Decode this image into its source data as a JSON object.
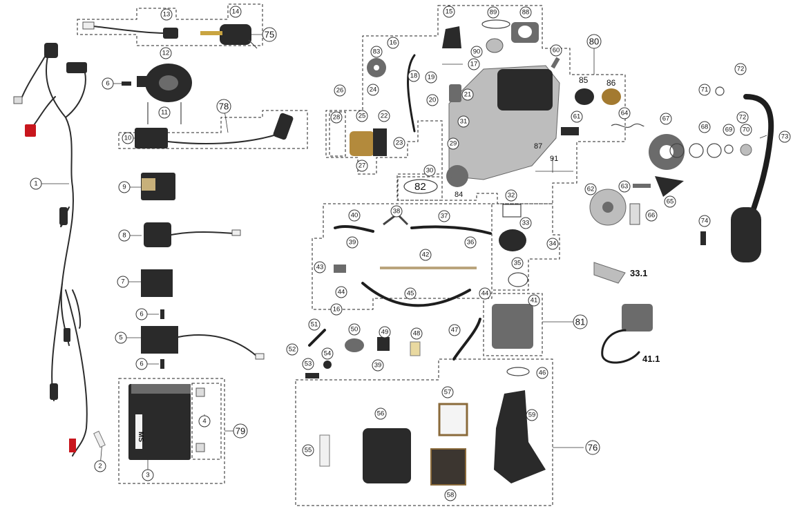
{
  "callouts": [
    {
      "n": "1"
    },
    {
      "n": "2"
    },
    {
      "n": "3"
    },
    {
      "n": "4"
    },
    {
      "n": "5"
    },
    {
      "n": "6"
    },
    {
      "n": "6"
    },
    {
      "n": "6"
    },
    {
      "n": "7"
    },
    {
      "n": "8"
    },
    {
      "n": "9"
    },
    {
      "n": "10"
    },
    {
      "n": "11"
    },
    {
      "n": "12"
    },
    {
      "n": "13"
    },
    {
      "n": "14"
    },
    {
      "n": "15"
    },
    {
      "n": "16"
    },
    {
      "n": "16"
    },
    {
      "n": "17"
    },
    {
      "n": "18"
    },
    {
      "n": "19"
    },
    {
      "n": "20"
    },
    {
      "n": "21"
    },
    {
      "n": "22"
    },
    {
      "n": "23"
    },
    {
      "n": "24"
    },
    {
      "n": "25"
    },
    {
      "n": "26"
    },
    {
      "n": "27"
    },
    {
      "n": "28"
    },
    {
      "n": "29"
    },
    {
      "n": "30"
    },
    {
      "n": "31"
    },
    {
      "n": "32"
    },
    {
      "n": "33"
    },
    {
      "n": "34"
    },
    {
      "n": "35"
    },
    {
      "n": "36"
    },
    {
      "n": "37"
    },
    {
      "n": "38"
    },
    {
      "n": "39"
    },
    {
      "n": "39"
    },
    {
      "n": "40"
    },
    {
      "n": "41"
    },
    {
      "n": "42"
    },
    {
      "n": "43"
    },
    {
      "n": "44"
    },
    {
      "n": "44"
    },
    {
      "n": "45"
    },
    {
      "n": "46"
    },
    {
      "n": "47"
    },
    {
      "n": "48"
    },
    {
      "n": "49"
    },
    {
      "n": "50"
    },
    {
      "n": "51"
    },
    {
      "n": "52"
    },
    {
      "n": "53"
    },
    {
      "n": "54"
    },
    {
      "n": "55"
    },
    {
      "n": "56"
    },
    {
      "n": "57"
    },
    {
      "n": "58"
    },
    {
      "n": "59"
    },
    {
      "n": "60"
    },
    {
      "n": "61"
    },
    {
      "n": "62"
    },
    {
      "n": "63"
    },
    {
      "n": "64"
    },
    {
      "n": "65"
    },
    {
      "n": "66"
    },
    {
      "n": "67"
    },
    {
      "n": "68"
    },
    {
      "n": "69"
    },
    {
      "n": "70"
    },
    {
      "n": "71"
    },
    {
      "n": "72"
    },
    {
      "n": "72"
    },
    {
      "n": "73"
    },
    {
      "n": "74"
    },
    {
      "n": "75"
    },
    {
      "n": "76"
    },
    {
      "n": "78"
    },
    {
      "n": "79"
    },
    {
      "n": "80"
    },
    {
      "n": "81"
    },
    {
      "n": "83"
    },
    {
      "n": "84"
    },
    {
      "n": "85"
    },
    {
      "n": "86"
    },
    {
      "n": "87"
    },
    {
      "n": "88"
    },
    {
      "n": "89"
    },
    {
      "n": "90"
    }
  ],
  "plain_labels": {
    "l82": "82",
    "l85": "85",
    "l86": "86",
    "l87": "87",
    "l91": "91",
    "l84": "84",
    "l331": "33.1",
    "l411": "41.1"
  },
  "battery_brand": "MS"
}
